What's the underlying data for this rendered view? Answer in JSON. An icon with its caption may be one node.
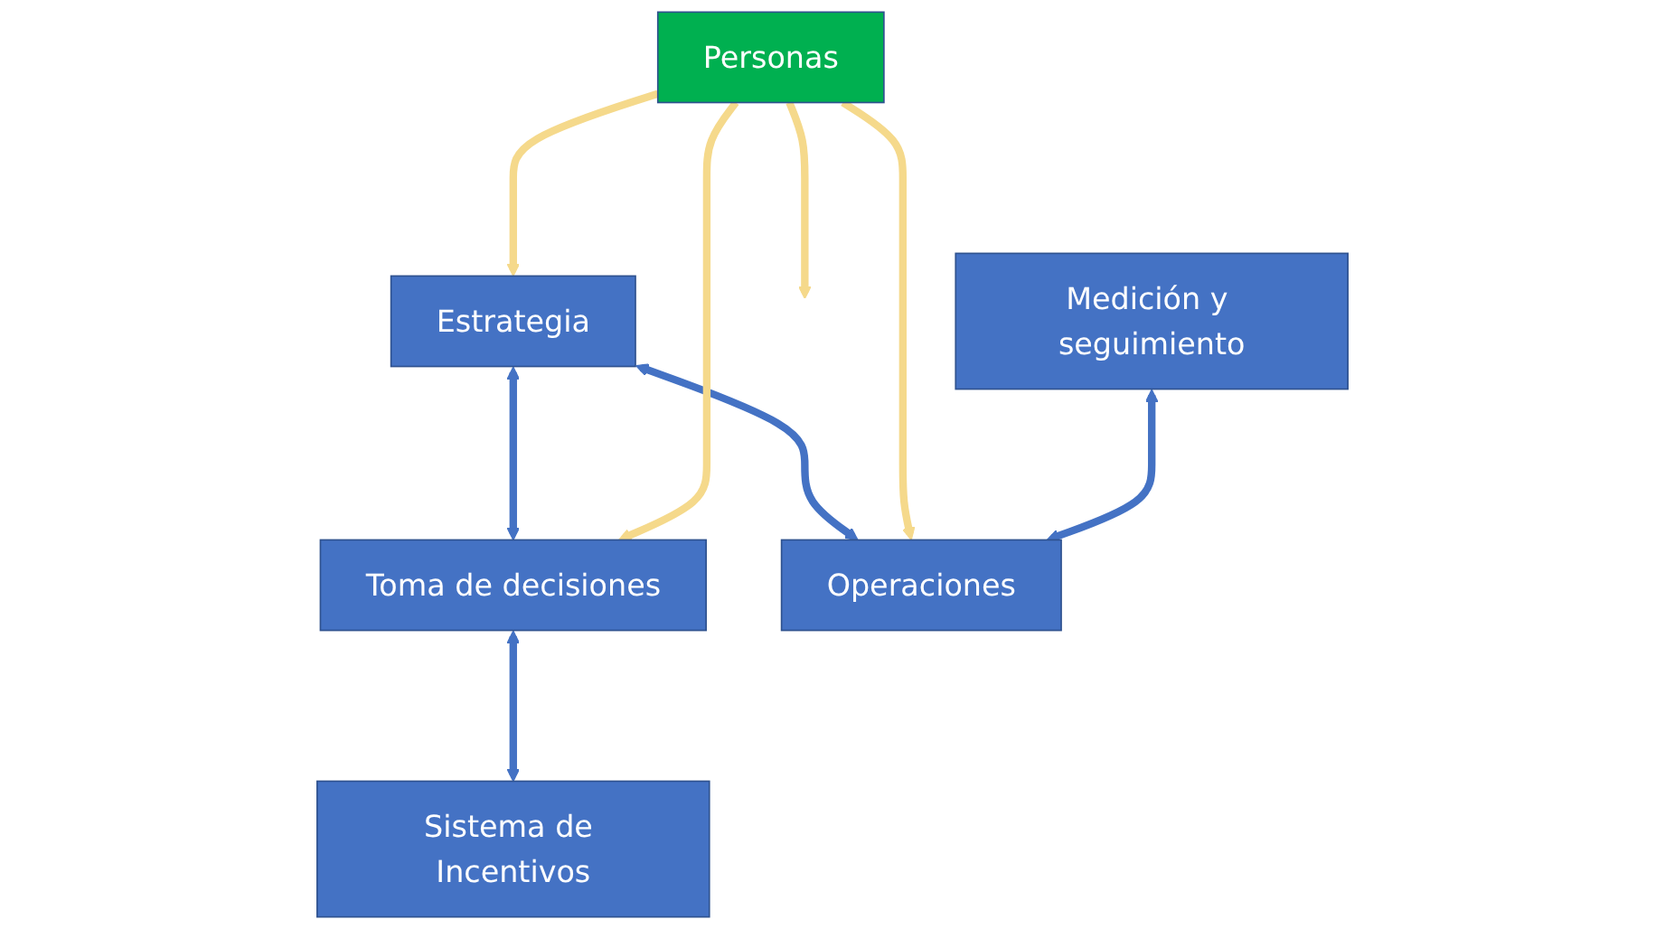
{
  "diagram": {
    "nodes": [
      {
        "text": [
          "Estrategia"
        ]
      },
      {
        "text": [
          "Toma de decisiones"
        ]
      },
      {
        "text": [
          "Personas"
        ]
      },
      {
        "text": [
          "Operaciones"
        ]
      },
      {
        "text": [
          "Sistema de Incentivos"
        ]
      },
      {
        "text": [
          "Medición y seguimiento"
        ]
      }
    ],
    "edges": [
      {
        "from": 0,
        "to": 1,
        "arrow": "both",
        "color": "#4472c4"
      },
      {
        "from": 0,
        "to": 3,
        "arrow": "both",
        "color": "#4472c4"
      },
      {
        "from": 2,
        "to": 0,
        "arrow": "to",
        "color": "#f5d98b"
      },
      {
        "from": 2,
        "to": 1,
        "arrow": "to",
        "color": "#f5d98b"
      },
      {
        "from": 2,
        "to": 3,
        "arrow": "to",
        "color": "#f5d98b"
      },
      {
        "from": 2,
        "to": null,
        "arrow": "to",
        "color": "#f5d98b"
      },
      {
        "from": 1,
        "to": 4,
        "arrow": "both",
        "color": "#4472c4"
      },
      {
        "from": 5,
        "to": 3,
        "arrow": "both",
        "color": "#4472c4"
      }
    ]
  }
}
